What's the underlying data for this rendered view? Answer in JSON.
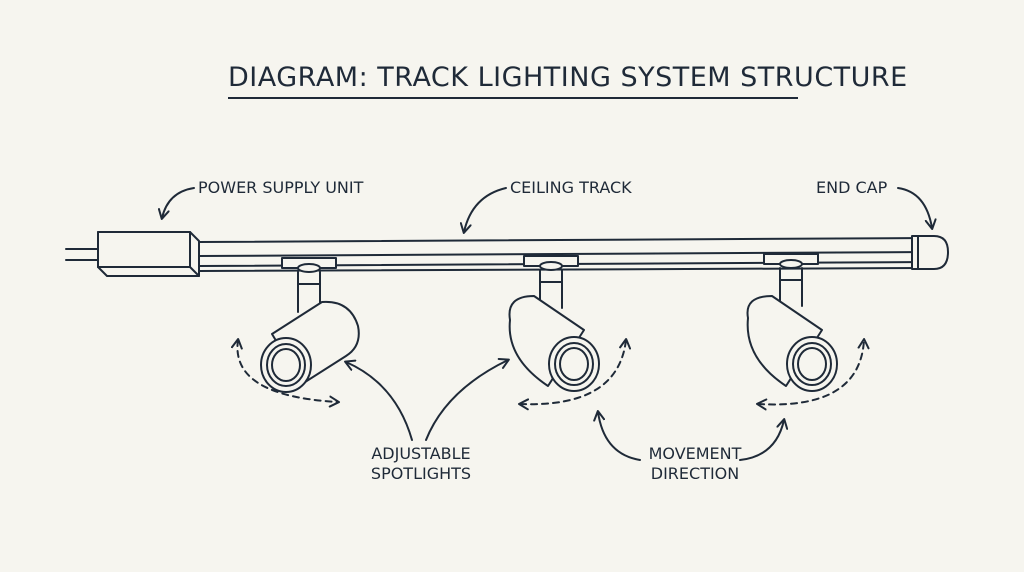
{
  "title": "DIAGRAM: TRACK LIGHTING SYSTEM STRUCTURE",
  "labels": {
    "power_supply": "POWER SUPPLY UNIT",
    "ceiling_track": "CEILING TRACK",
    "end_cap": "END CAP",
    "spotlights_line1": "ADJUSTABLE",
    "spotlights_line2": "SPOTLIGHTS",
    "movement_line1": "MOVEMENT",
    "movement_line2": "DIRECTION"
  },
  "colors": {
    "background": "#f6f5ef",
    "ink": "#1f2a38"
  }
}
